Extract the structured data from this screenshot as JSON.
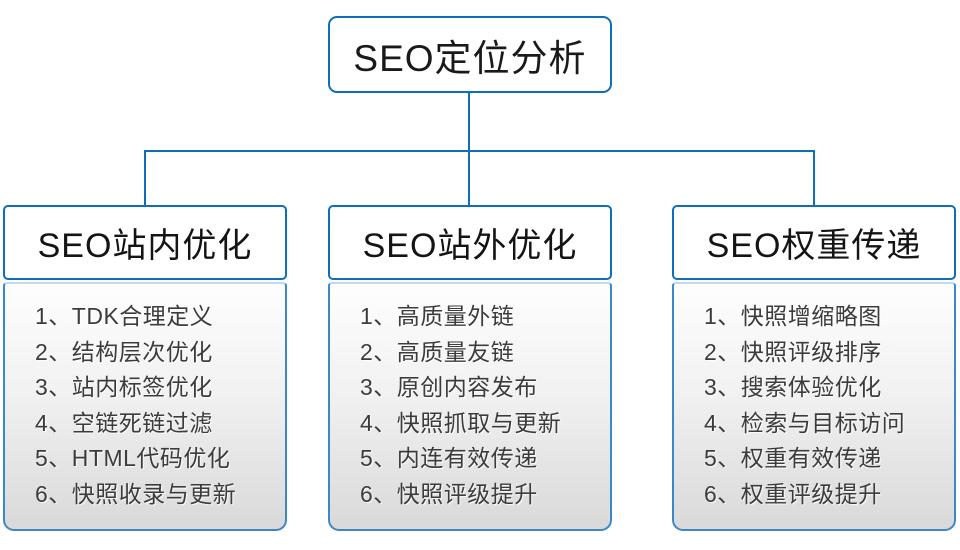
{
  "root_node": {
    "label": "SEO定位分析"
  },
  "columns": [
    {
      "header": "SEO站内优化",
      "items": [
        "1、TDK合理定义",
        "2、结构层次优化",
        "3、站内标签优化",
        "4、空链死链过滤",
        "5、HTML代码优化",
        "6、快照收录与更新"
      ]
    },
    {
      "header": "SEO站外优化",
      "items": [
        "1、高质量外链",
        "2、高质量友链",
        "3、原创内容发布",
        "4、快照抓取与更新",
        "5、内连有效传递",
        "6、快照评级提升"
      ]
    },
    {
      "header": "SEO权重传递",
      "items": [
        "1、快照增缩略图",
        "2、快照评级排序",
        "3、搜索体验优化",
        "4、检索与目标访问",
        "5、权重有效传递",
        "6、权重评级提升"
      ]
    }
  ],
  "colors": {
    "line_blue": "#0d6fb8",
    "panel_border_blue": "#3c87c6",
    "panel_gradient_top": "#fefefe",
    "panel_gradient_bottom": "#d9d9d9",
    "header_text": "#141414",
    "item_text": "#3c3c3c"
  }
}
